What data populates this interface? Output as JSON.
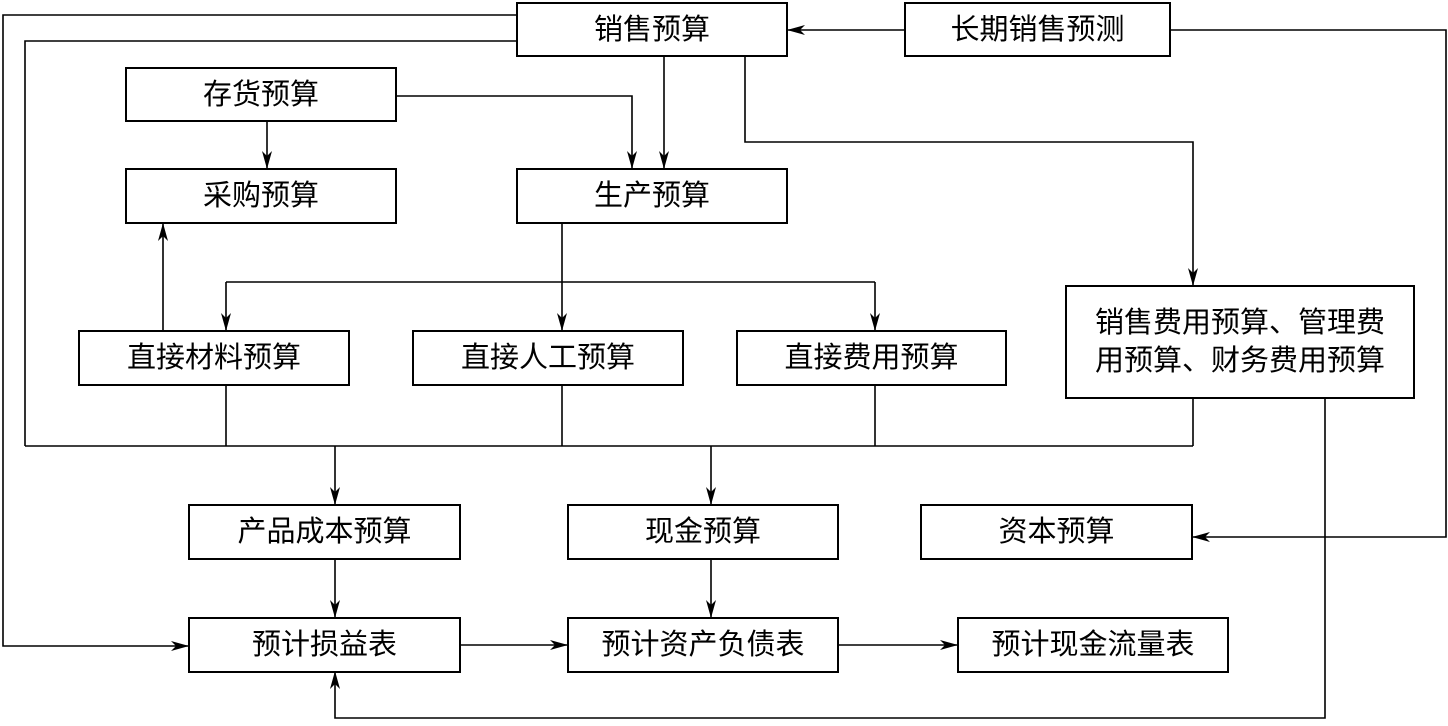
{
  "nodes": {
    "sales_budget": "销售预算",
    "long_term_forecast": "长期销售预测",
    "inventory_budget": "存货预算",
    "purchase_budget": "采购预算",
    "production_budget": "生产预算",
    "direct_material_budget": "直接材料预算",
    "direct_labor_budget": "直接人工预算",
    "direct_expense_budget": "直接费用预算",
    "period_expense_budgets": "销售费用预算、管理费\n用预算、财务费用预算",
    "product_cost_budget": "产品成本预算",
    "cash_budget": "现金预算",
    "capital_budget": "资本预算",
    "income_statement": "预计损益表",
    "balance_sheet": "预计资产负债表",
    "cash_flow_statement": "预计现金流量表"
  }
}
